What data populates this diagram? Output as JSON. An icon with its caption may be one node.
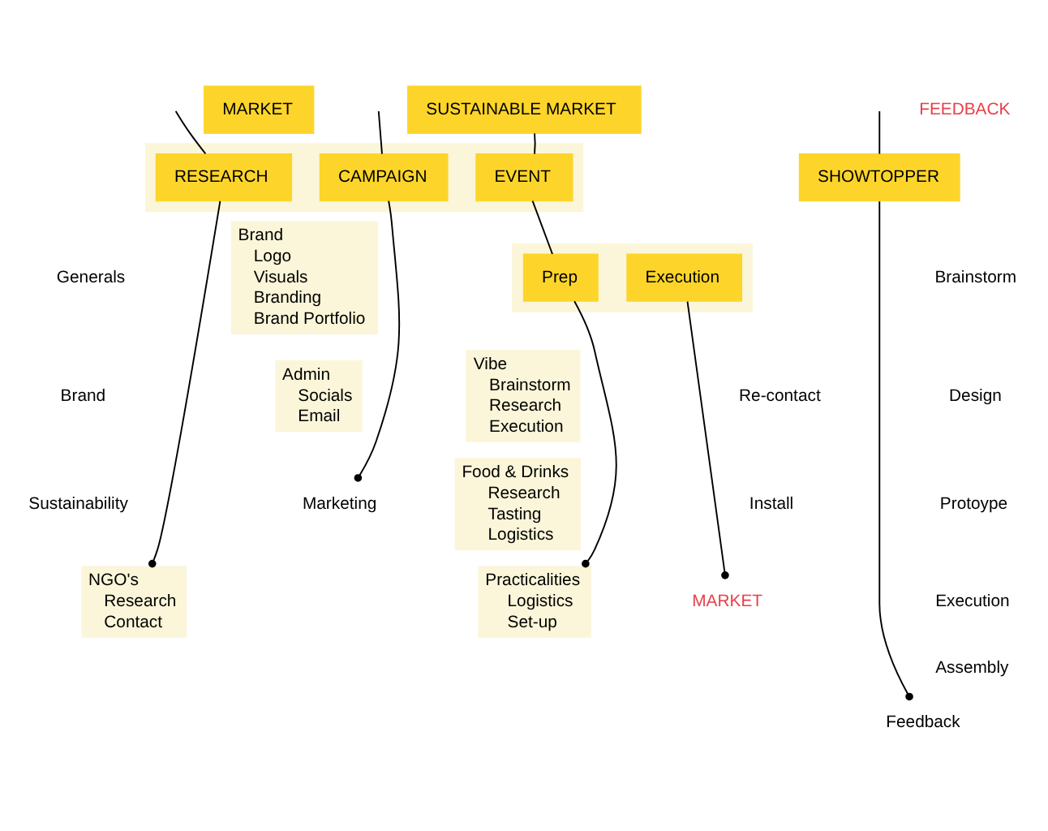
{
  "diagram": {
    "nodes": [
      {
        "text": [
          "SUSTAINABLE MARKET"
        ]
      },
      {
        "text": [
          "MARKET"
        ]
      },
      {
        "text": [
          "SHOWTOPPER"
        ]
      },
      {
        "text": [],
        "shape": "bar"
      },
      {
        "text": [
          "RESEARCH"
        ],
        "in": 3
      },
      {
        "text": [
          "CAMPAIGN"
        ],
        "in": 3
      },
      {
        "text": [
          "EVENT"
        ],
        "in": 3
      },
      {
        "text": [],
        "shape": "bar"
      },
      {
        "text": [
          "Prep"
        ],
        "in": 7
      },
      {
        "text": [
          "Execution"
        ],
        "in": 7
      },
      {
        "text": [
          "NGO's",
          "Research",
          "Contact"
        ]
      },
      {
        "text": [
          "Brand",
          "Logo",
          "Visuals",
          "Branding",
          "Brand Portfolio"
        ]
      },
      {
        "text": [
          "Admin",
          "Socials",
          "Email"
        ]
      },
      {
        "text": [
          "Marketing"
        ]
      },
      {
        "text": [
          "Vibe",
          "Brainstorm",
          "Research",
          "Execution"
        ]
      },
      {
        "text": [
          "Food & Drinks",
          "Research",
          "Tasting",
          "Logistics"
        ]
      },
      {
        "text": [
          "Practicalities",
          "Logistics",
          "Set-up"
        ]
      },
      {
        "text": [
          "MARKET"
        ]
      },
      {
        "text": [
          "Feedback"
        ]
      }
    ],
    "edges": [
      {
        "from": null,
        "to": 4,
        "arrow": "none"
      },
      {
        "from": 4,
        "to": 10,
        "arrow": "other"
      },
      {
        "from": null,
        "to": 5,
        "arrow": "none"
      },
      {
        "from": 5,
        "to": 13,
        "arrow": "other"
      },
      {
        "from": 0,
        "to": 6,
        "arrow": "none"
      },
      {
        "from": 6,
        "to": 8,
        "arrow": "none"
      },
      {
        "from": 8,
        "to": 16,
        "arrow": "other"
      },
      {
        "from": 9,
        "to": 17,
        "arrow": "other"
      },
      {
        "from": null,
        "to": 2,
        "arrow": "none"
      },
      {
        "from": 2,
        "to": 18,
        "arrow": "other"
      }
    ],
    "labels": [
      "Generals",
      "Brand",
      "Sustainability",
      "Re-contact",
      "Install",
      "Brainstorm",
      "Design",
      "Protoype",
      "Execution",
      "Assembly",
      "FEEDBACK"
    ]
  }
}
